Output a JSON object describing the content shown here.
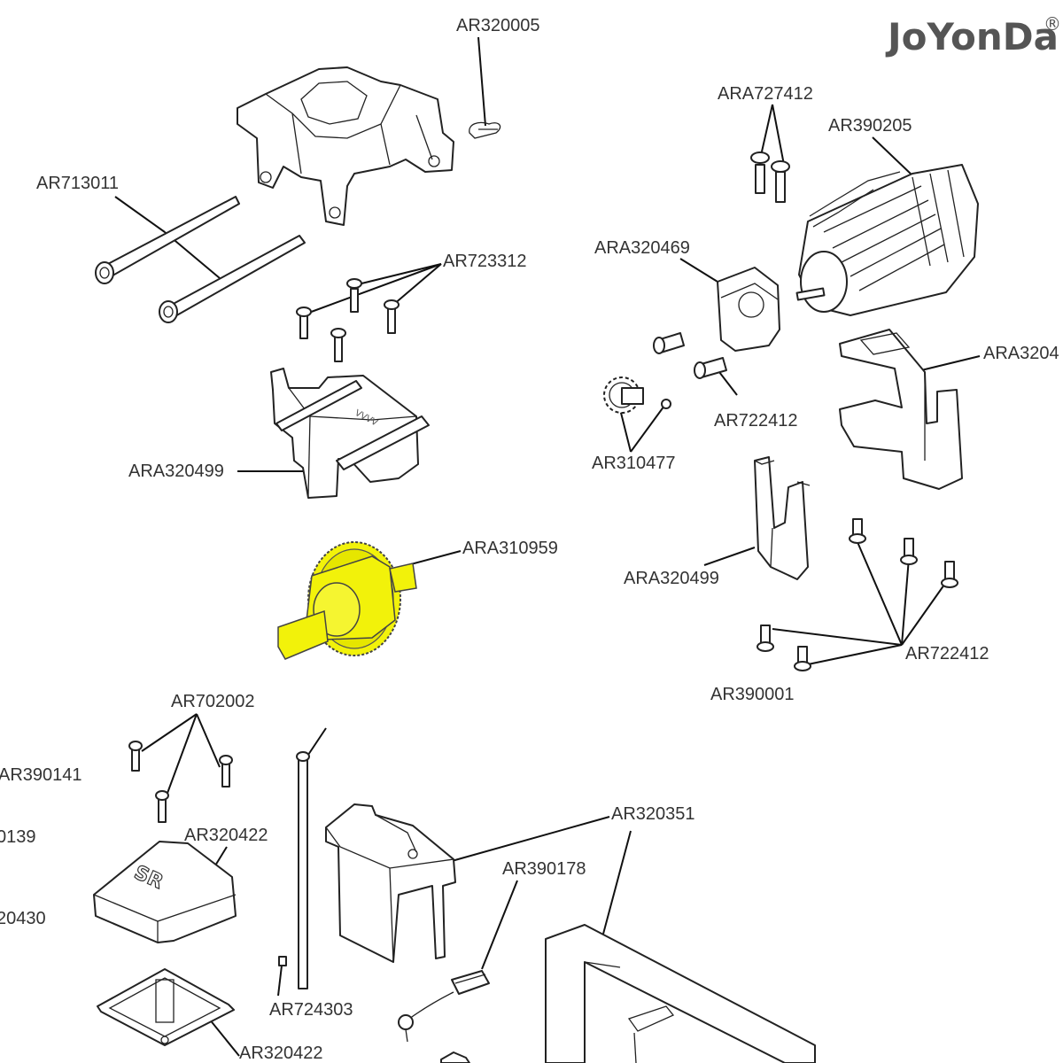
{
  "brand": {
    "name": "JoYonDa",
    "reg_mark": "®"
  },
  "highlight_color": "#f2f20a",
  "labels": {
    "ar320005": "AR320005",
    "ara727412": "ARA727412",
    "ar390205": "AR390205",
    "ar713011": "AR713011",
    "ar723312": "AR723312",
    "ara320469": "ARA320469",
    "ara3204_cut": "ARA3204",
    "ar722412_a": "AR722412",
    "ar310477": "AR310477",
    "ara320499_a": "ARA320499",
    "ara310959": "ARA310959",
    "ara320499_b": "ARA320499",
    "ar722412_b": "AR722412",
    "ar390001": "AR390001",
    "ar702002": "AR702002",
    "ar390141": "AR390141",
    "cut_0139": "0139",
    "ar320422_a": "AR320422",
    "cut_20430": "20430",
    "ar320351": "AR320351",
    "ar390178": "AR390178",
    "ar724303": "AR724303",
    "ar320422_b": "AR320422"
  }
}
